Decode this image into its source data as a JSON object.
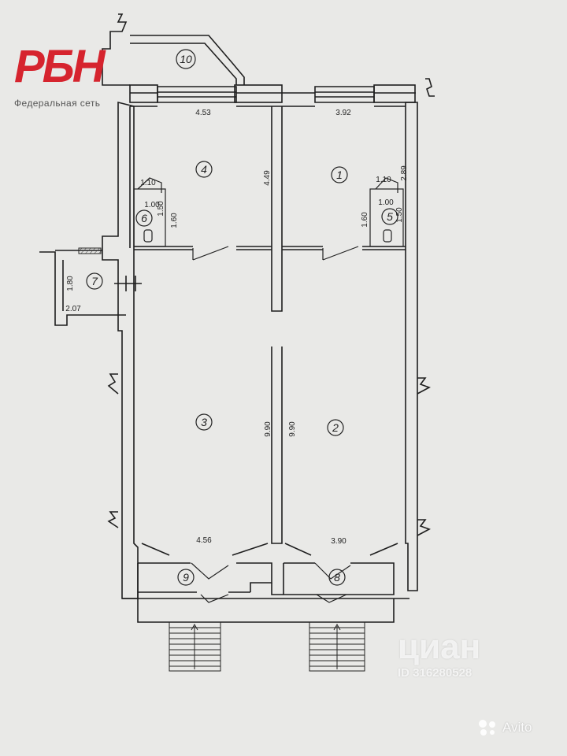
{
  "brand": {
    "logo_text": "РБН",
    "logo_subtitle": "Федеральная сеть",
    "logo_color": "#d6242e"
  },
  "rooms": [
    {
      "number": "1"
    },
    {
      "number": "2"
    },
    {
      "number": "3"
    },
    {
      "number": "4"
    },
    {
      "number": "5"
    },
    {
      "number": "6"
    },
    {
      "number": "7"
    },
    {
      "number": "8"
    },
    {
      "number": "9"
    },
    {
      "number": "10"
    }
  ],
  "dimensions": {
    "room4_width": "4.53",
    "room1_width": "3.92",
    "room4_length": "4.49",
    "room1_length": "2.89",
    "room6_width": "1.10",
    "room6_inner": "1.00",
    "room6_depth": "1.50",
    "room6_length": "1.60",
    "room5_width": "1.10",
    "room5_inner": "1.00",
    "room5_depth": "1.50",
    "room5_length": "1.60",
    "room7_height": "1.80",
    "room7_width": "2.07",
    "room3_length": "9.90",
    "room2_length": "9.90",
    "room3_width": "4.56",
    "room2_width": "3.90"
  },
  "watermarks": {
    "cian_brand": "циан",
    "cian_id": "ID 316280528",
    "avito": "Avito"
  }
}
